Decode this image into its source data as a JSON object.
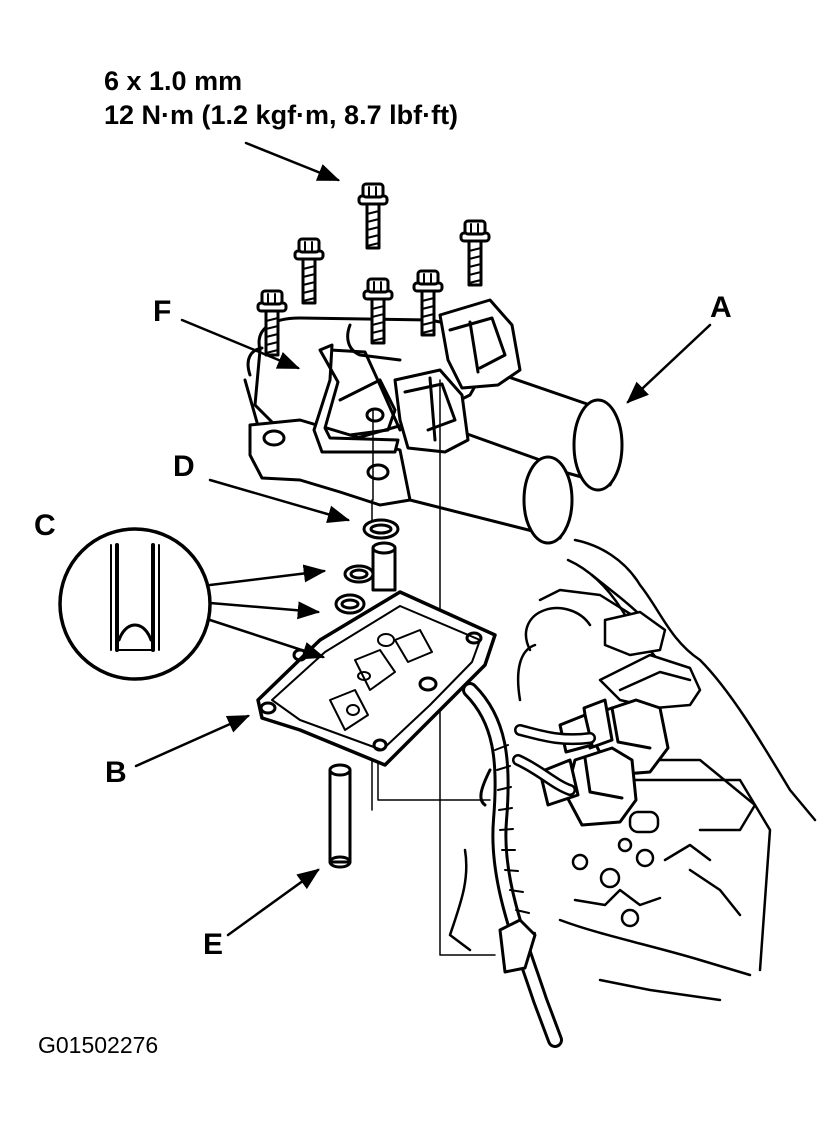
{
  "spec": {
    "size": "6 x 1.0 mm",
    "torque": "12 N·m (1.2 kgf·m, 8.7 lbf·ft)"
  },
  "callouts": {
    "a": "A",
    "b": "B",
    "c": "C",
    "d": "D",
    "e": "E",
    "f": "F"
  },
  "figure_id": "G01502276",
  "colors": {
    "ink": "#000000",
    "paper": "#ffffff"
  }
}
